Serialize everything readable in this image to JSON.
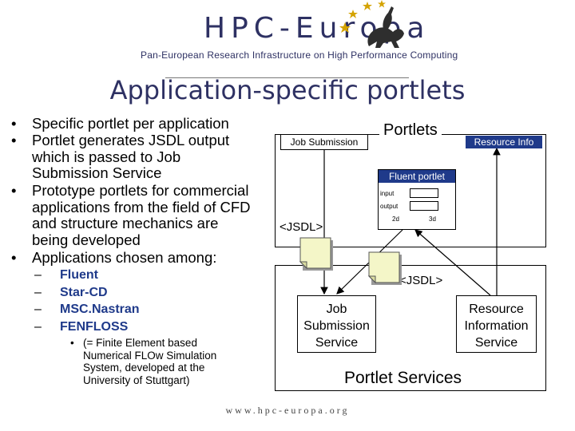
{
  "header": {
    "logo": "HPC-Europa",
    "tagline": "Pan-European Research Infrastructure on High Performance Computing"
  },
  "title": "Application-specific portlets",
  "bullets": [
    "Specific portlet per application",
    "Portlet generates JSDL output which is passed to Job Submission Service",
    "Prototype portlets for commercial applications from the field of CFD and structure mechanics are being developed",
    "Applications chosen among:"
  ],
  "bullet_lines": {
    "b2": [
      "Portlet generates JSDL output",
      "which is passed to Job",
      "Submission Service"
    ],
    "b3": [
      "Prototype portlets for commercial",
      "applications from the field of CFD",
      "and structure mechanics are",
      "being developed"
    ]
  },
  "applications": [
    "Fluent",
    "Star-CD",
    "MSC.Nastran",
    "FENFLOSS"
  ],
  "fenfloss_note": [
    "(= Finite Element based",
    "Numerical FLOw Simulation",
    "System, developed at the",
    "University of Stuttgart)"
  ],
  "diagram": {
    "portlets_label": "Portlets",
    "job_submission_portlet": "Job Submission",
    "resource_info_portlet": "Resource Info",
    "fluent_portlet": "Fluent portlet",
    "fluent_fields": {
      "input": "input",
      "output": "output",
      "opt_2d": "2d",
      "opt_3d": "3d"
    },
    "jsdl_left": "<JSDL>",
    "jsdl_right": "<JSDL>",
    "job_submission_service": [
      "Job",
      "Submission",
      "Service"
    ],
    "resource_information_service": [
      "Resource",
      "Information",
      "Service"
    ],
    "services_label": "Portlet Services"
  },
  "footer": "www.hpc-europa.org",
  "colors": {
    "brand": "#2e3163",
    "accent": "#1f3a8a",
    "doc": "#f4f6c8"
  }
}
